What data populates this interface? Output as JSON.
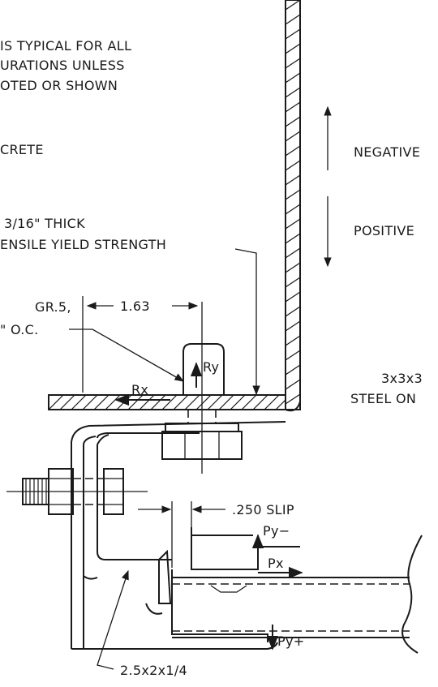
{
  "notes": {
    "line1": "IS TYPICAL FOR ALL",
    "line2": "URATIONS UNLESS",
    "line3": "OTED OR SHOWN",
    "concrete": "CRETE",
    "thickness": "3/16\" THICK",
    "yield": "ENSILE YIELD STRENGTH",
    "grade": "GR.5,",
    "spacing": "\" O.C."
  },
  "directions": {
    "negative": "NEGATIVE",
    "positive": "POSITIVE"
  },
  "dimensions": {
    "edge": "1.63",
    "slip": ".250 SLIP"
  },
  "forces": {
    "rx": "Rx",
    "ry": "Ry",
    "py_minus": "Py−",
    "px": "Px",
    "py_plus": "Py+"
  },
  "members": {
    "angle_small": "2.5x2x1/4",
    "angle_large": "3x3x3",
    "angle_note": "STEEL ON"
  }
}
